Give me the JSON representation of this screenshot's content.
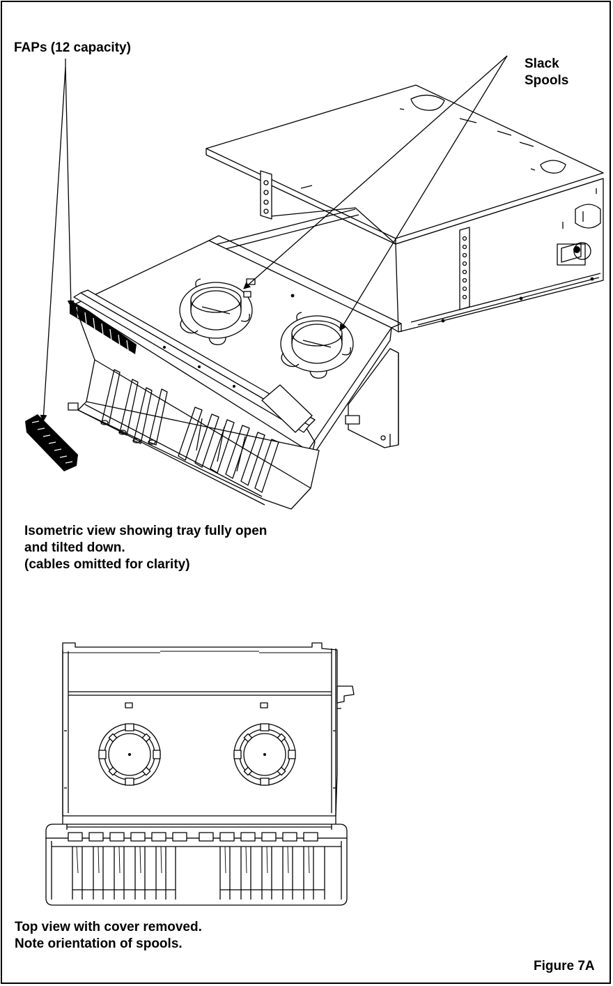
{
  "labels": {
    "faps": "FAPs (12 capacity)",
    "slack_line1": "Slack",
    "slack_line2": "Spools",
    "iso_line1": "Isometric view showing tray fully open",
    "iso_line2": "and tilted down.",
    "iso_line3": "(cables omitted for clarity)",
    "top_line1": "Top view with cover removed.",
    "top_line2": "Note orientation of spools.",
    "figure": "Figure 7A"
  },
  "colors": {
    "line": "#000000",
    "background": "#ffffff"
  },
  "counts": {
    "fap_capacity": 12,
    "slack_spools": 2
  }
}
